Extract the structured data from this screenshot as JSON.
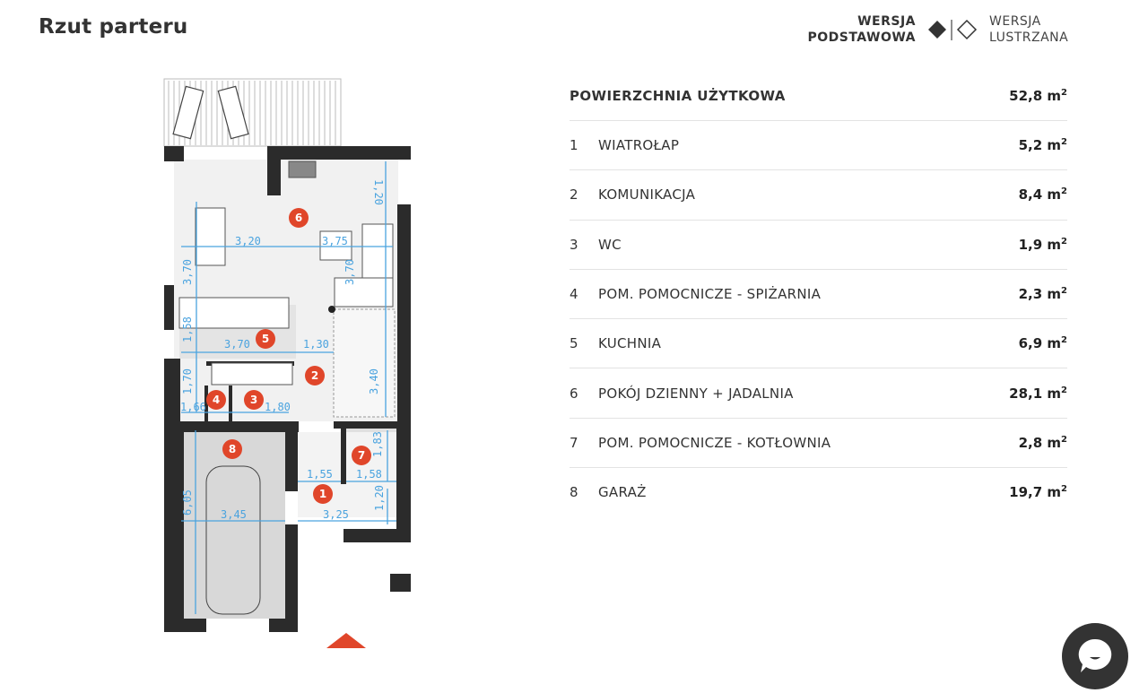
{
  "header": {
    "title": "Rzut parteru",
    "version_basic": [
      "WERSJA",
      "PODSTAWOWA"
    ],
    "version_mirror": [
      "WERSJA",
      "LUSTRZANA"
    ]
  },
  "summary": {
    "label": "POWIERZCHNIA UŻYTKOWA",
    "value": "52,8 m",
    "unit_exp": "2"
  },
  "rooms": [
    {
      "num": "1",
      "name": "WIATROŁAP",
      "area": "5,2 m",
      "exp": "2"
    },
    {
      "num": "2",
      "name": "KOMUNIKACJA",
      "area": "8,4 m",
      "exp": "2"
    },
    {
      "num": "3",
      "name": "WC",
      "area": "1,9 m",
      "exp": "2"
    },
    {
      "num": "4",
      "name": "POM. POMOCNICZE - SPIŻARNIA",
      "area": "2,3 m",
      "exp": "2"
    },
    {
      "num": "5",
      "name": "KUCHNIA",
      "area": "6,9 m",
      "exp": "2"
    },
    {
      "num": "6",
      "name": "POKÓJ DZIENNY + JADALNIA",
      "area": "28,1 m",
      "exp": "2"
    },
    {
      "num": "7",
      "name": "POM. POMOCNICZE - KOTŁOWNIA",
      "area": "2,8 m",
      "exp": "2"
    },
    {
      "num": "8",
      "name": "GARAŻ",
      "area": "19,7 m",
      "exp": "2"
    }
  ],
  "floorplan": {
    "dimensions": [
      "1,20",
      "3,20",
      "3,75",
      "3,70",
      "3,70",
      "1,58",
      "3,70",
      "1,30",
      "1,70",
      "1,66",
      "1,80",
      "3,40",
      "1,83",
      "1,55",
      "1,58",
      "6,05",
      "3,45",
      "3,25",
      "1,20"
    ],
    "markers": [
      "1",
      "2",
      "3",
      "4",
      "5",
      "6",
      "7",
      "8"
    ]
  },
  "colors": {
    "accent": "#e0462a",
    "dimension": "#4aa3df",
    "wall": "#2b2b2b"
  }
}
